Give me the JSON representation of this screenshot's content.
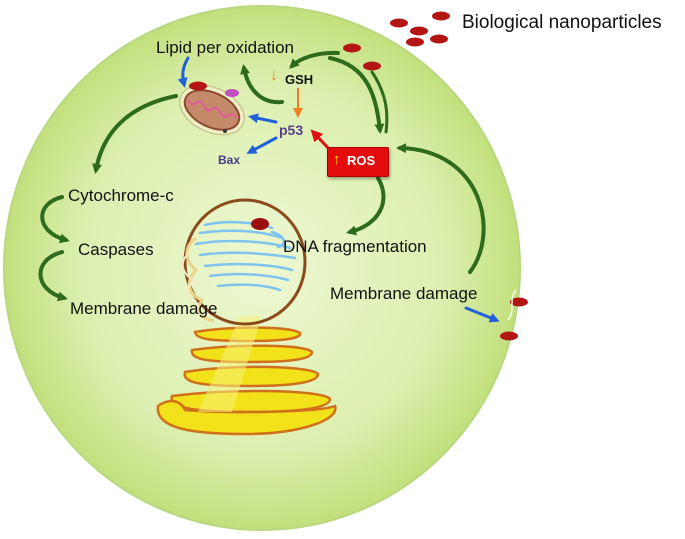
{
  "legend": {
    "title": "Biological nanoparticles"
  },
  "labels": {
    "lipid": "Lipid per oxidation",
    "gsh": "GSH",
    "p53": "p53",
    "bax": "Bax",
    "ros": "ROS",
    "cytochrome": "Cytochrome-c",
    "caspases": "Caspases",
    "membrane_left": "Membrane damage",
    "dna": "DNA fragmentation",
    "membrane_right": "Membrane damage"
  },
  "icons": {
    "ros_up": "up-arrow-icon",
    "gsh_down": "down-arrow-icon"
  },
  "colors": {
    "cell_center": "#eef8d2",
    "cell_edge": "#c2e07c",
    "pathway_arrow": "#2e6b1c",
    "inhibit_arrow": "#2060d8",
    "gsh_arrow": "#f08020",
    "ros_box": "#e30b0b",
    "nanoparticle": "#b31414",
    "golgi_fill": "#f2e21a",
    "golgi_stroke": "#d0701a",
    "nucleus_stroke": "#8a4a1c",
    "dna_strand": "#7fc4f0"
  }
}
